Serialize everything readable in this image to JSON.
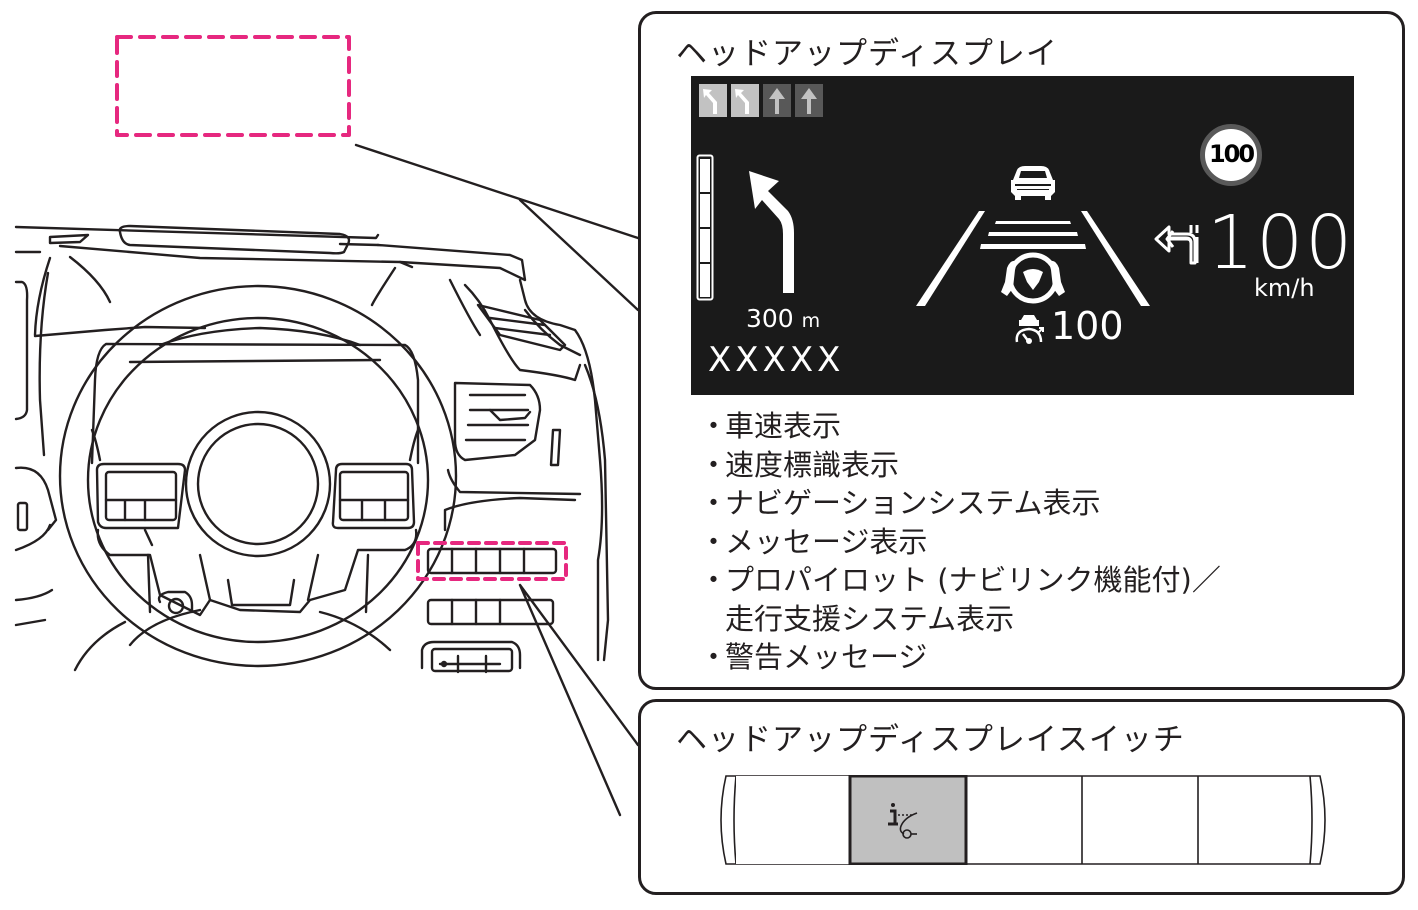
{
  "hud_panel": {
    "title": "ヘッドアップディスプレイ",
    "screen": {
      "lane_guidance": [
        {
          "icon": "left-turn-arrow-icon",
          "state": "active"
        },
        {
          "icon": "left-turn-arrow-icon",
          "state": "active"
        },
        {
          "icon": "straight-arrow-icon",
          "state": "inactive"
        },
        {
          "icon": "straight-arrow-icon",
          "state": "inactive"
        }
      ],
      "distance_bar_segments_filled": 4,
      "distance_bar_segments_total": 4,
      "turn_direction_icon": "left-turn-arrow-icon",
      "distance_value": "300",
      "distance_unit": "m",
      "street_name": "XXXXX",
      "propilot_set_speed": "100",
      "speed_limit_sign": "100",
      "vehicle_speed": "100",
      "vehicle_speed_unit": "km/h",
      "lane_change_icon": "lane-change-left-icon"
    },
    "features": [
      {
        "bullet": "・",
        "lines": [
          "車速表示"
        ]
      },
      {
        "bullet": "・",
        "lines": [
          "速度標識表示"
        ]
      },
      {
        "bullet": "・",
        "lines": [
          "ナビゲーションシステム表示"
        ]
      },
      {
        "bullet": "・",
        "lines": [
          "メッセージ表示"
        ]
      },
      {
        "bullet": "・",
        "lines": [
          "プロパイロット (ナビリンク機能付)／",
          "走行支援システム表示"
        ]
      },
      {
        "bullet": "・",
        "lines": [
          "警告メッセージ"
        ]
      }
    ]
  },
  "switch_panel": {
    "title": "ヘッドアップディスプレイスイッチ",
    "switches": [
      {
        "label": "",
        "highlighted": false
      },
      {
        "label": "hud-info-icon",
        "highlighted": true
      },
      {
        "label": "",
        "highlighted": false
      },
      {
        "label": "",
        "highlighted": false
      },
      {
        "label": "",
        "highlighted": false
      }
    ]
  },
  "colors": {
    "highlight_dash": "#e6287f",
    "line": "#231f20",
    "screen_bg": "#1a1a1a",
    "switch_highlight": "#c0c0c0"
  }
}
